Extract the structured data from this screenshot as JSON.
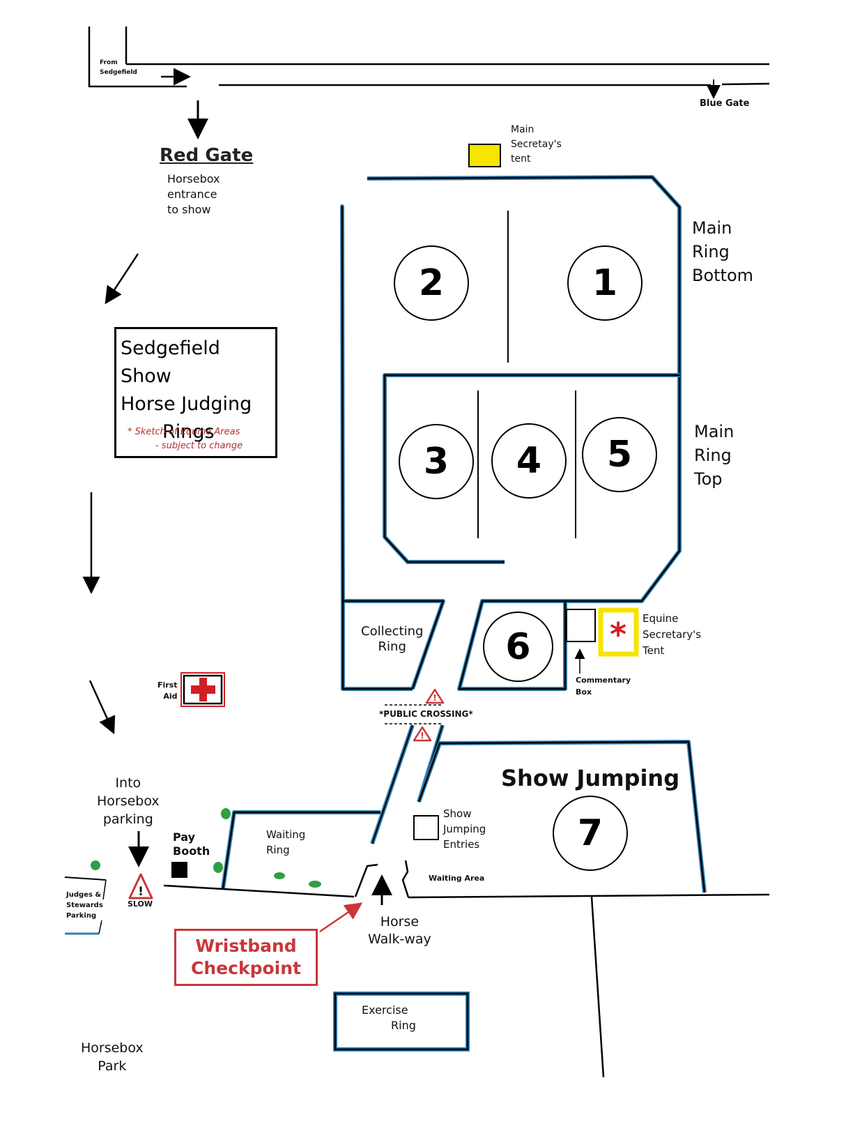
{
  "colors": {
    "ring_border": "#2f7fb0",
    "first_aid_red": "#d21f26",
    "secretary_yellow": "#f7e400",
    "wristband_red": "#c8373a",
    "hedge_green": "#2ea043",
    "warning_red": "#c8373a"
  },
  "road": {
    "from_label_line1": "From",
    "from_label_line2": "Sedgefield",
    "blue_gate": "Blue Gate"
  },
  "red_gate": {
    "title": "Red Gate",
    "line1": "Horsebox",
    "line2": "entrance",
    "line3": "to show"
  },
  "main_secretary": {
    "line1": "Main",
    "line2": "Secretay's",
    "line3": "tent"
  },
  "title_box": {
    "line1": "Sedgefield Show",
    "line2": "Horse Judging",
    "line3": "Rings",
    "note1": "* Sketch of Equine Areas",
    "note2": "- subject to change"
  },
  "main_ring_bottom": {
    "line1": "Main",
    "line2": "Ring",
    "line3": "Bottom"
  },
  "main_ring_top": {
    "line1": "Main",
    "line2": "Ring",
    "line3": "Top"
  },
  "rings": {
    "r1": "1",
    "r2": "2",
    "r3": "3",
    "r4": "4",
    "r5": "5",
    "r6": "6",
    "r7": "7"
  },
  "collecting_ring": {
    "line1": "Collecting",
    "line2": "Ring"
  },
  "equine_secretary": {
    "line1": "Equine",
    "line2": "Secretary's",
    "line3": "Tent"
  },
  "commentary_box": {
    "line1": "Commentary",
    "line2": "Box"
  },
  "first_aid": {
    "line1": "First",
    "line2": "Aid"
  },
  "public_crossing": "*PUBLIC CROSSING*",
  "show_jumping": {
    "title": "Show Jumping",
    "entries_line1": "Show",
    "entries_line2": "Jumping",
    "entries_line3": "Entries",
    "waiting_area": "Waiting Area"
  },
  "into_parking": {
    "line1": "Into",
    "line2": "Horsebox",
    "line3": "parking"
  },
  "pay_booth": {
    "line1": "Pay",
    "line2": "Booth"
  },
  "waiting_ring": {
    "line1": "Waiting",
    "line2": "Ring"
  },
  "judges_parking": {
    "line1": "Judges &",
    "line2": "Stewards",
    "line3": "Parking"
  },
  "slow": "SLOW",
  "horse_walkway": {
    "line1": "Horse",
    "line2": "Walk-way"
  },
  "wristband": {
    "line1": "Wristband",
    "line2": "Checkpoint"
  },
  "exercise_ring": {
    "line1": "Exercise",
    "line2": "Ring"
  },
  "horsebox_park": {
    "line1": "Horsebox",
    "line2": "Park"
  }
}
